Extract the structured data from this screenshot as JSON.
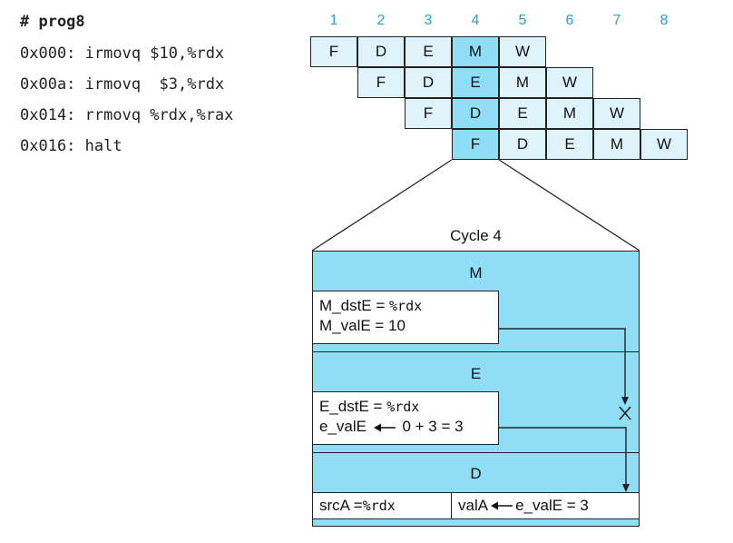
{
  "program": {
    "title": "# prog8",
    "lines": [
      "0x000: irmovq $10,%rdx",
      "0x00a: irmovq  $3,%rdx",
      "0x014: rrmovq %rdx,%rax",
      "0x016: halt"
    ]
  },
  "pipeline": {
    "cycles": [
      "1",
      "2",
      "3",
      "4",
      "5",
      "6",
      "7",
      "8"
    ],
    "rows": [
      [
        "F",
        "D",
        "E",
        "M",
        "W"
      ],
      [
        "F",
        "D",
        "E",
        "M",
        "W"
      ],
      [
        "F",
        "D",
        "E",
        "M",
        "W"
      ],
      [
        "F",
        "D",
        "E",
        "M",
        "W"
      ]
    ],
    "highlight_cycle": 4
  },
  "detail": {
    "title": "Cycle 4",
    "m_stage": {
      "label": "M",
      "line1_a": "M_dstE = ",
      "line1_b": "%rdx",
      "line2": "M_valE = 10"
    },
    "e_stage": {
      "label": "E",
      "line1_a": "E_dstE = ",
      "line1_b": "%rdx",
      "line2_a": "e_valE",
      "line2_b": "0 + 3 = 3"
    },
    "d_stage": {
      "label": "D",
      "src_a": "srcA = ",
      "src_b": "%rdx",
      "val_a": "valA",
      "val_b": "e_valE = 3"
    }
  },
  "colors": {
    "cell": "#dff3fb",
    "highlight": "#8fdef5",
    "cycle_number": "#2aa0d8"
  }
}
